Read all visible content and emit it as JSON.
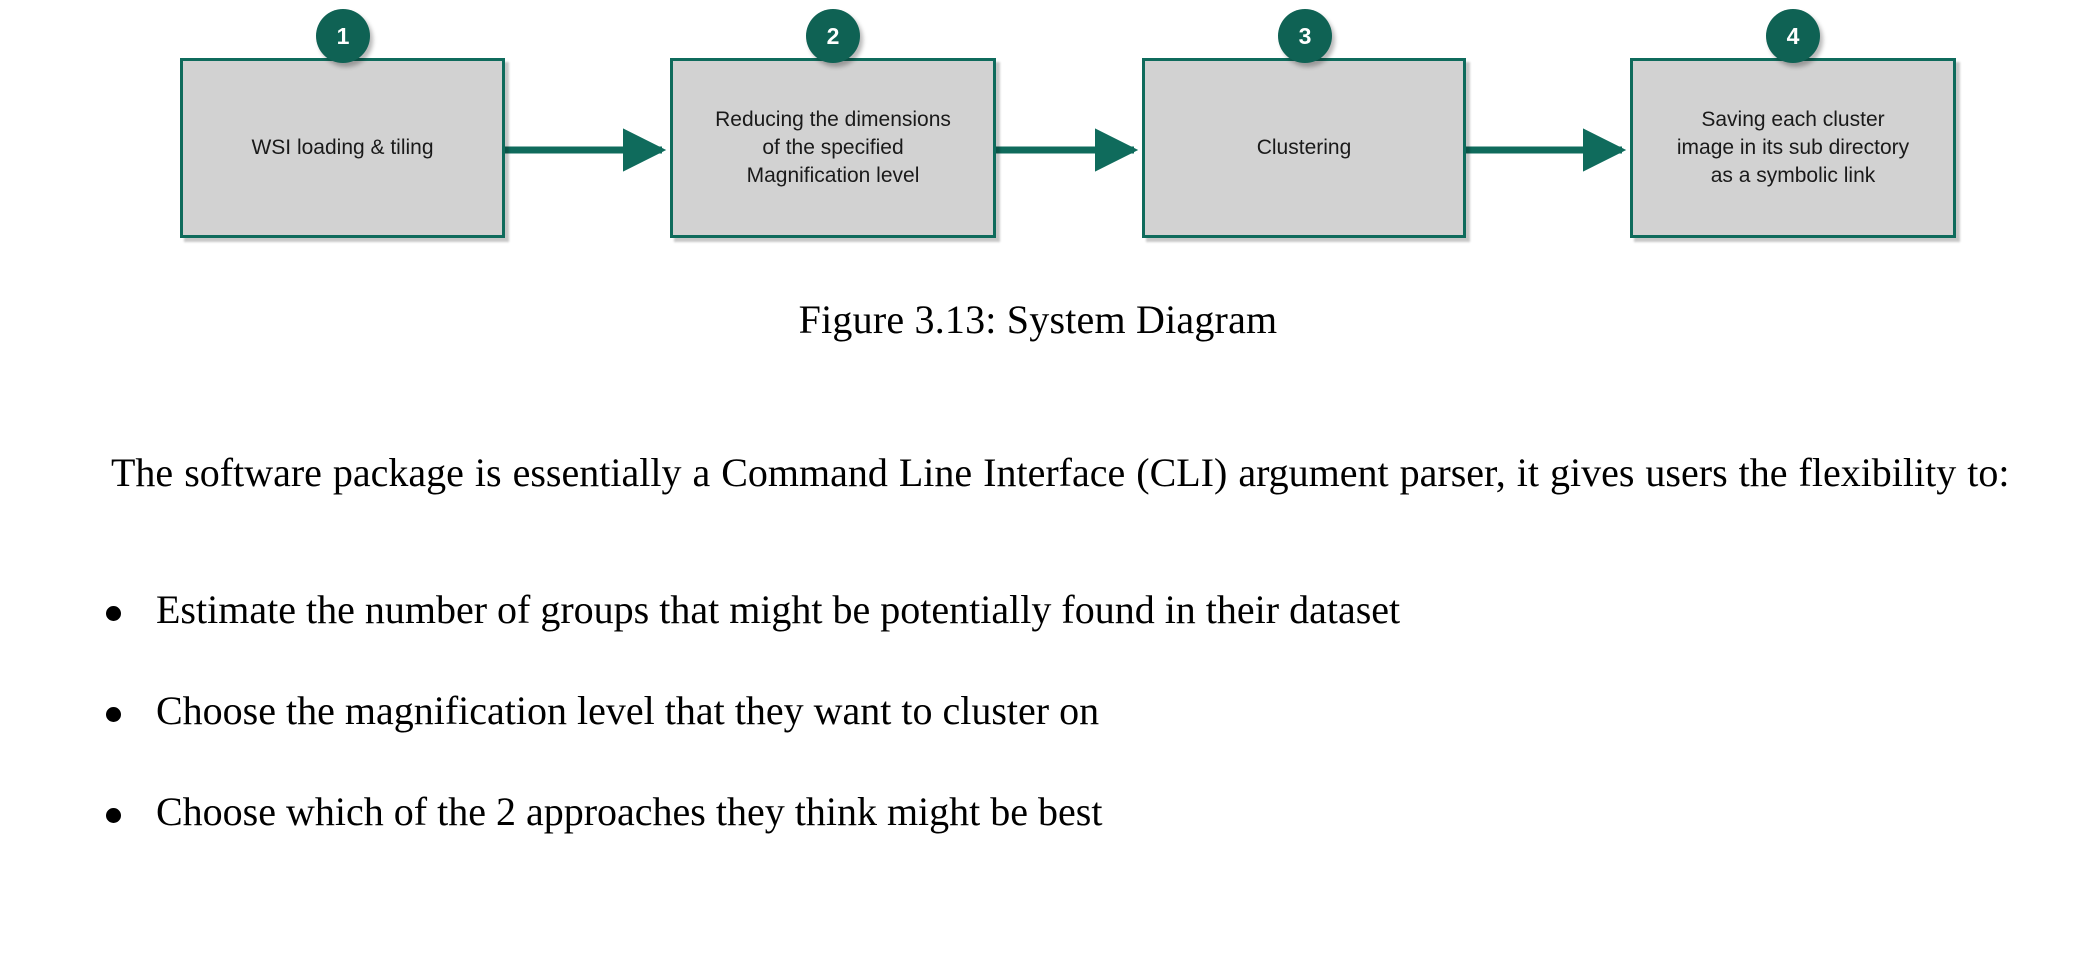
{
  "figure": {
    "type": "flowchart",
    "direction": "left-to-right",
    "accent_color": "#0f6b5c",
    "badge_color": "#0f6254",
    "node_fill_color": "#d2d2d2",
    "nodes": [
      {
        "number": "1",
        "label": "WSI loading & tiling"
      },
      {
        "number": "2",
        "label": "Reducing the dimensions\nof the specified\nMagnification level"
      },
      {
        "number": "3",
        "label": "Clustering"
      },
      {
        "number": "4",
        "label": "Saving each cluster\nimage in its sub directory\nas a symbolic link"
      }
    ],
    "connectors": [
      {
        "from": "1",
        "to": "2",
        "style": "arrow"
      },
      {
        "from": "2",
        "to": "3",
        "style": "arrow"
      },
      {
        "from": "3",
        "to": "4",
        "style": "arrow"
      }
    ],
    "caption": "Figure 3.13: System Diagram"
  },
  "body": {
    "paragraph": "The software package is essentially a Command Line Interface (CLI) argument parser, it gives users the flexibility to:",
    "bullets": [
      "Estimate the number of groups that might be potentially found in their dataset",
      "Choose the magnification level that they want to cluster on",
      "Choose which of the 2 approaches they think might be best"
    ]
  }
}
